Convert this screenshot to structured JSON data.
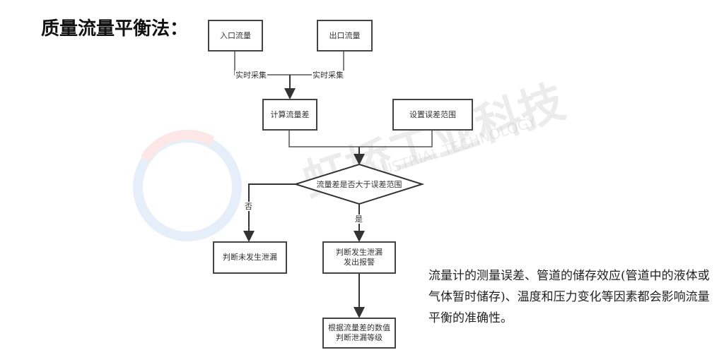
{
  "title": "质量流量平衡法：",
  "flowchart": {
    "inlet": "入口流量",
    "outlet": "出口流量",
    "collect_left": "实时采集",
    "collect_right": "实时采集",
    "calc": "计算流量差",
    "set_range": "设置误差范围",
    "decision": "流量差是否大于误差范围",
    "no_label": "否",
    "yes_label": "是",
    "no_leak": "判断未发生泄漏",
    "leak": "判断发生泄漏\n发出报警",
    "grade": "根据流量差的数值\n判断泄漏等级"
  },
  "note": "流量计的测量误差、管道的储存效应(管道中的液体或气体暂时储存)、温度和压力变化等因素都会影响流量平衡的准确性。",
  "watermark": {
    "cn": "虹桥工业科技",
    "en": "INDUSTRIAL TECHNOLOGY"
  }
}
